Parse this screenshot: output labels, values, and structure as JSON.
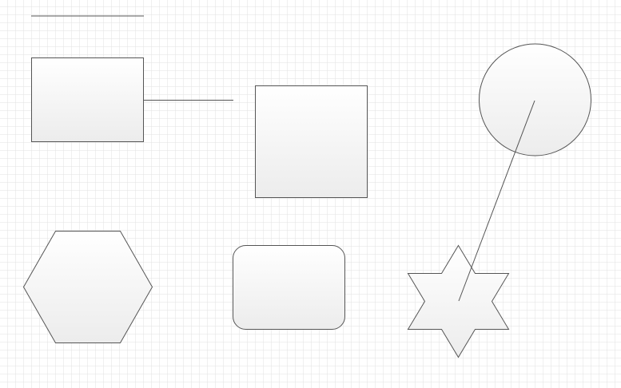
{
  "canvas": {
    "background": "#ffffff",
    "grid_color": "#e2e2e2",
    "grid_visible": true
  },
  "style": {
    "stroke": "#555555",
    "fill_top": "#ffffff",
    "fill_bottom": "#ececec"
  },
  "shapes": [
    {
      "kind": "rectangle",
      "name": "rectangle-shape"
    },
    {
      "kind": "square",
      "name": "square-shape"
    },
    {
      "kind": "circle",
      "name": "circle-shape"
    },
    {
      "kind": "hexagon",
      "name": "hexagon-shape"
    },
    {
      "kind": "rounded-rectangle",
      "name": "rounded-rectangle-shape"
    },
    {
      "kind": "six-point-star",
      "name": "star-shape"
    }
  ],
  "connectors": [
    {
      "kind": "line",
      "name": "standalone-line"
    },
    {
      "kind": "line",
      "name": "rectangle-connector-line"
    },
    {
      "kind": "line",
      "name": "circle-star-connector-line"
    }
  ]
}
